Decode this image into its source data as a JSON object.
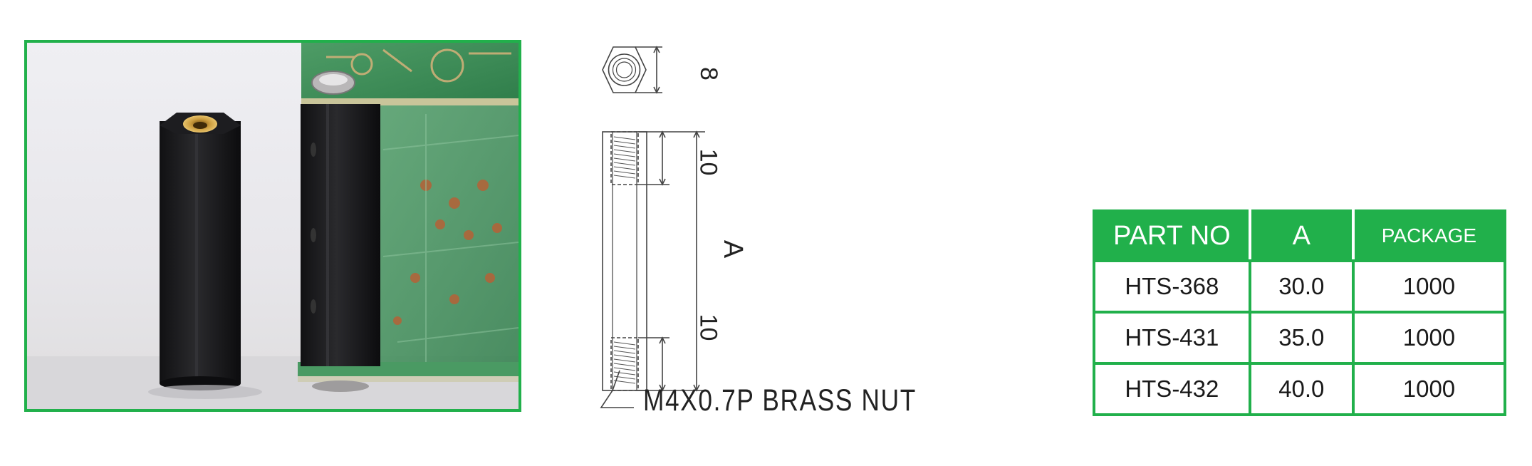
{
  "drawing": {
    "hex_width_label": "8",
    "thread_depth_top_label": "10",
    "thread_depth_bottom_label": "10",
    "length_label": "A",
    "nut_label": "M4X0.7P  BRASS  NUT"
  },
  "table": {
    "headers": [
      "PART NO",
      "A",
      "PACKAGE"
    ],
    "rows": [
      [
        "HTS-368",
        "30.0",
        "1000"
      ],
      [
        "HTS-431",
        "35.0",
        "1000"
      ],
      [
        "HTS-432",
        "40.0",
        "1000"
      ]
    ]
  },
  "colors": {
    "accent_green": "#21b04b",
    "standoff_black": "#1b1b1d",
    "pcb_green": "#3f8d5a"
  }
}
